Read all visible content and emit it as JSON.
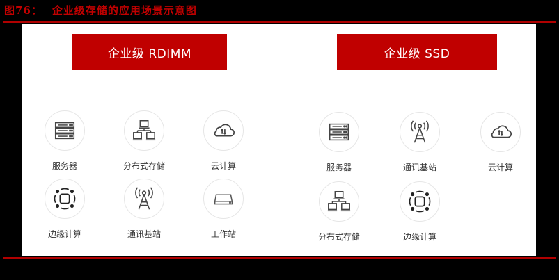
{
  "figure": {
    "number": "图76：",
    "title": "企业级存储的应用场景示意图"
  },
  "colors": {
    "accent": "#c00000",
    "rule": "#b00000",
    "icon": "#444444",
    "label": "#333333"
  },
  "panels": [
    {
      "title": "企业级 RDIMM",
      "items": [
        {
          "label": "服务器",
          "icon": "server-icon"
        },
        {
          "label": "分布式存储",
          "icon": "distributed-storage-icon"
        },
        {
          "label": "云计算",
          "icon": "cloud-icon"
        },
        {
          "label": "边缘计算",
          "icon": "edge-computing-icon"
        },
        {
          "label": "通讯基站",
          "icon": "base-station-icon"
        },
        {
          "label": "工作站",
          "icon": "workstation-icon"
        }
      ]
    },
    {
      "title": "企业级 SSD",
      "items": [
        {
          "label": "服务器",
          "icon": "server-icon"
        },
        {
          "label": "通讯基站",
          "icon": "base-station-icon"
        },
        {
          "label": "云计算",
          "icon": "cloud-icon"
        },
        {
          "label": "分布式存储",
          "icon": "distributed-storage-icon"
        },
        {
          "label": "边缘计算",
          "icon": "edge-computing-icon"
        }
      ]
    }
  ]
}
